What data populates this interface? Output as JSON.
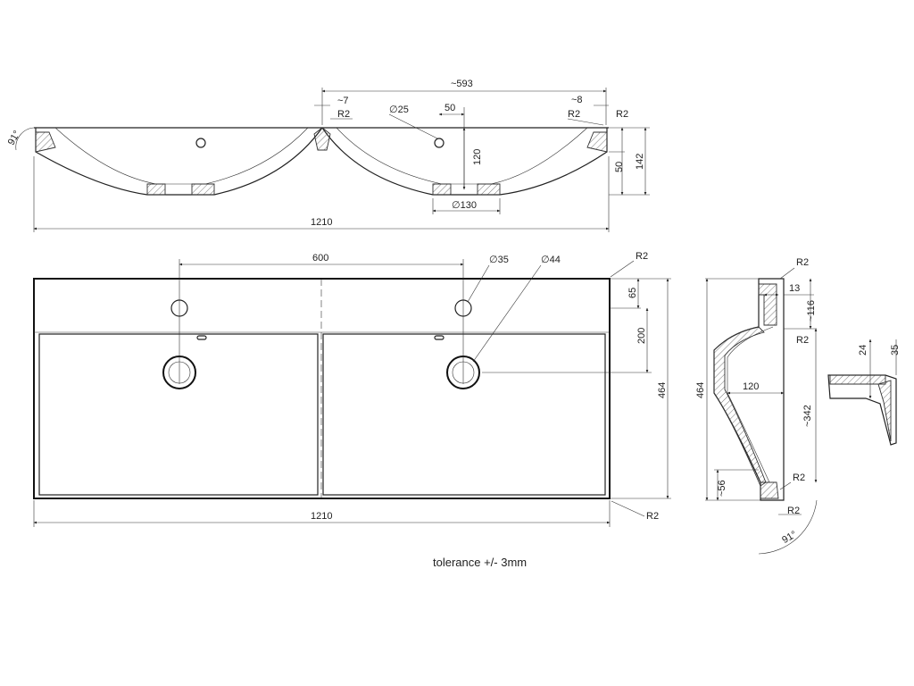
{
  "top_view": {
    "angle": "91°",
    "approx_593": "~593",
    "approx_7": "~7",
    "approx_8": "~8",
    "r2_a": "R2",
    "r2_b": "R2",
    "r2_c": "R2",
    "dia25": "∅25",
    "d50": "50",
    "d120": "120",
    "d50b": "50",
    "d142": "142",
    "dia130": "∅130",
    "w1210": "1210"
  },
  "plan_view": {
    "d600": "600",
    "dia35": "∅35",
    "dia44": "∅44",
    "r2_tr": "R2",
    "r2_br": "R2",
    "d65": "65",
    "d200": "200",
    "d464": "464",
    "w1210": "1210"
  },
  "side_view": {
    "r2_1": "R2",
    "r2_2": "R2",
    "r2_3": "R2",
    "r2_4": "R2",
    "d13": "13",
    "d116": "~116",
    "d464": "464",
    "d120": "120",
    "d342": "~342",
    "d56": "~56",
    "angle": "91°"
  },
  "detail": {
    "d24": "24",
    "d35": "35"
  },
  "note": "tolerance +/- 3mm"
}
